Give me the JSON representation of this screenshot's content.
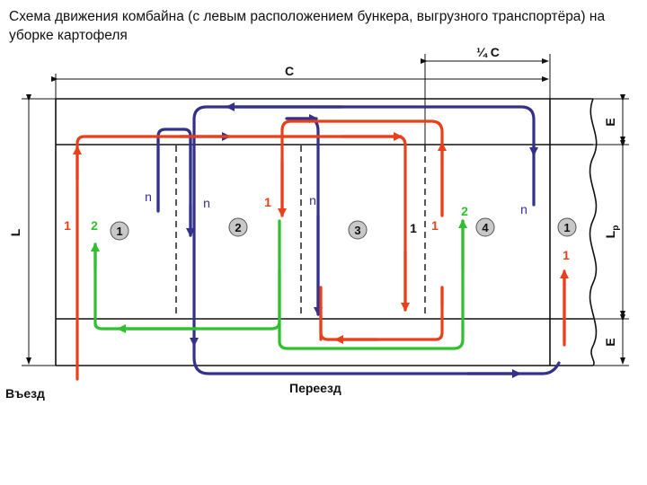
{
  "title": "Схема движения комбайна (с левым расположением бункера, выгрузного транспортёра) на уборке картофеля",
  "dimensions": {
    "width": "C",
    "quarter_width": "¼ C",
    "length": "L",
    "headland": "E",
    "working_length_base": "L",
    "working_length_sub": "р"
  },
  "labels": {
    "entry": "Въезд",
    "crossing": "Переезд"
  },
  "plots": [
    "1",
    "2",
    "3",
    "4",
    "1"
  ],
  "pass_labels": {
    "red": "1",
    "green": "2",
    "blue": "n"
  },
  "colors": {
    "red": "#e8401a",
    "green": "#2fbf2f",
    "blue": "#34318a",
    "frame": "#111111",
    "plot_circle_fill": "#c8c8c8"
  }
}
